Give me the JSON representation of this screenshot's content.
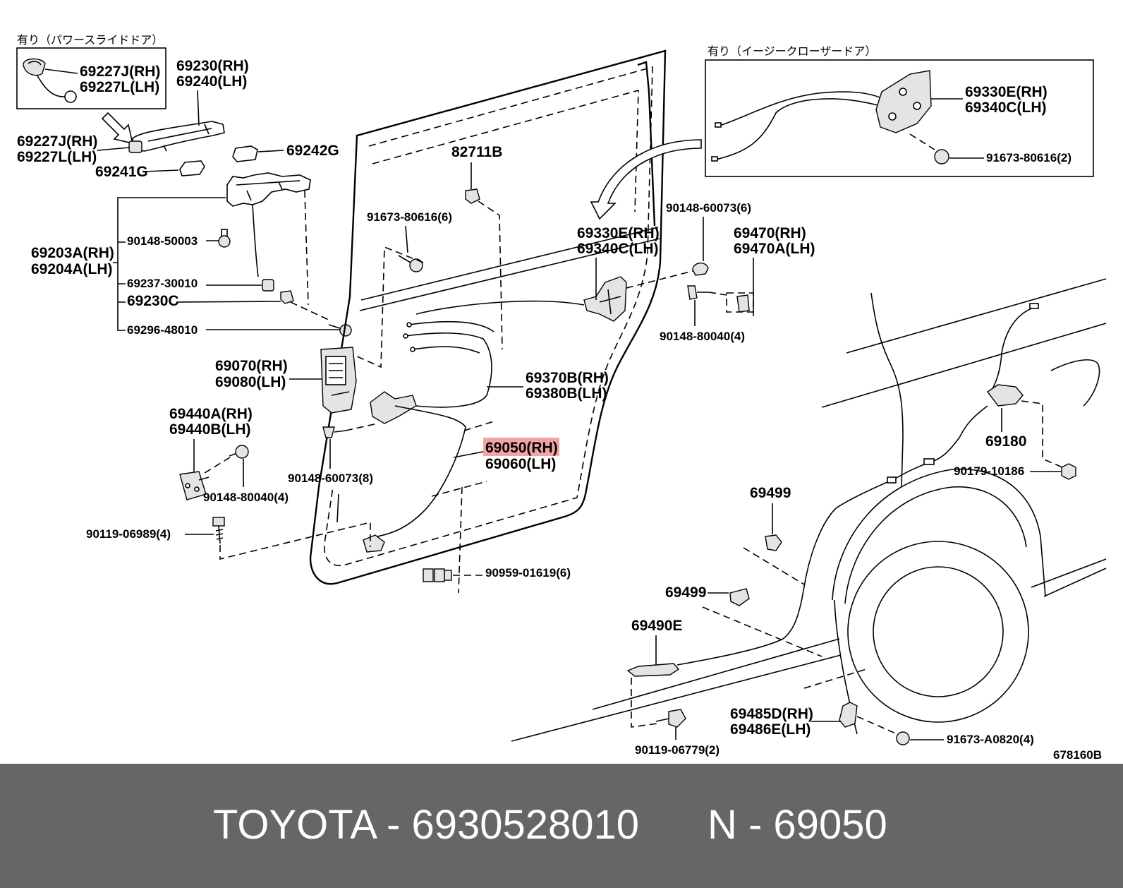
{
  "notes": {
    "power_slide_door": "有り（パワースライドドア）",
    "easy_closer_door": "有り（イージークローザードア）"
  },
  "callouts": {
    "inset_actuator_rh": "69227J(RH)",
    "inset_actuator_lh": "69227L(LH)",
    "outside_handle_rh": "69230(RH)",
    "outside_handle_lh": "69240(LH)",
    "handle_cylinder_rh": "69227J(RH)",
    "handle_cylinder_lh": "69227L(LH)",
    "cover_69242g": "69242G",
    "cover_69241g": "69241G",
    "handle_frame_rh": "69203A(RH)",
    "handle_frame_lh": "69204A(LH)",
    "bolt_90148_50003": "90148-50003",
    "clip_69237_30010": "69237-30010",
    "clip_69230c": "69230C",
    "bolt_69296_48010": "69296-48010",
    "clip_82711b": "82711B",
    "bolt_91673_80616_6": "91673-80616(6)",
    "front_lock_rh": "69070(RH)",
    "front_lock_lh": "69080(LH)",
    "striker_rh": "69440A(RH)",
    "striker_lh": "69440B(LH)",
    "bolt_90148_80040_left": "90148-80040(4)",
    "bolt_90119_06989": "90119-06989(4)",
    "bolt_90148_60073_8": "90148-60073(8)",
    "cable_rh": "69050(RH)",
    "cable_lh": "69060(LH)",
    "clip_90959_01619": "90959-01619(6)",
    "control_cable_rh": "69370B(RH)",
    "control_cable_lh": "69380B(LH)",
    "rear_lock_rh": "69330E(RH)",
    "rear_lock_lh": "69340C(LH)",
    "bolt_90148_60073_6": "90148-60073(6)",
    "rear_striker_rh": "69470(RH)",
    "rear_striker_lh": "69470A(LH)",
    "bolt_90148_80040_right": "90148-80040(4)",
    "closer_lock_rh": "69330E(RH)",
    "closer_lock_lh": "69340C(LH)",
    "bolt_91673_80616_2": "91673-80616(2)",
    "fuel_lid_lock_69180": "69180",
    "nut_90179_10186": "90179-10186",
    "clamp_69499_upper": "69499",
    "clamp_69499_lower": "69499",
    "bracket_69490e": "69490E",
    "bracket_rh": "69485D(RH)",
    "bracket_lh": "69486E(LH)",
    "bolt_90119_06779": "90119-06779(2)",
    "bolt_91673_a0820": "91673-A0820(4)"
  },
  "figure_id": "678160B",
  "banner": {
    "brand_part_number": "TOYOTA - 6930528010",
    "reference": "N - 69050"
  },
  "colors": {
    "highlight": "#f2a3a3",
    "banner_bg": "#666666",
    "banner_text": "#ffffff",
    "line": "#000000"
  }
}
